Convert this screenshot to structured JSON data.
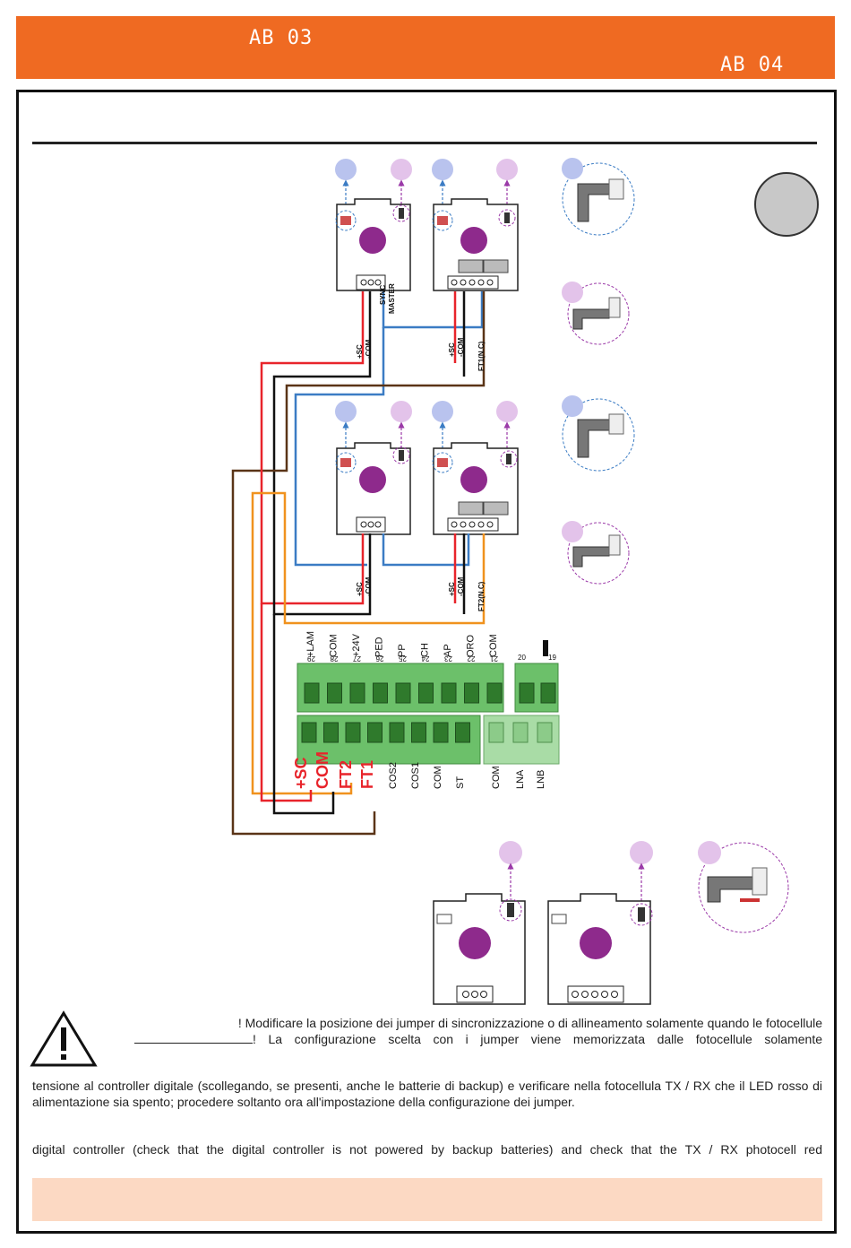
{
  "header": {
    "code_left": "AB 03",
    "code_right": "AB 04"
  },
  "colors": {
    "orange": "#ef6a22",
    "blue_dot": "#b9c3ee",
    "purple_dot": "#e3c3ea",
    "red_wire": "#e8242b",
    "blue_wire": "#3b7cc4",
    "brown_wire": "#5a3417",
    "orange_wire": "#f0921e",
    "terminal_green": "#6cc06a"
  },
  "diagram": {
    "sync_label": "SYNC",
    "master_label": "MASTER",
    "wire_labels_top_tx": [
      "+SC",
      "-COM"
    ],
    "wire_labels_top_rx": [
      "+SC",
      "-COM",
      "FT1(N.C)"
    ],
    "wire_labels_bottom_tx": [
      "+SC",
      "-COM"
    ],
    "wire_labels_bottom_rx": [
      "+SC",
      "-COM",
      "FT2(N.C)"
    ],
    "terminal_top_labels": [
      "+LAM",
      "COM",
      "+24V",
      "PED",
      "PP",
      "CH",
      "AP",
      "ORO",
      "COM"
    ],
    "terminal_top_numbers": [
      "29",
      "28",
      "27",
      "26",
      "25",
      "24",
      "23",
      "22",
      "21"
    ],
    "terminal_right_numbers": [
      "20",
      "19"
    ],
    "terminal_bottom_red": [
      "+SC",
      "COM",
      "FT2",
      "FT1"
    ],
    "terminal_bottom_black": [
      "COS2",
      "COS1",
      "COM",
      "ST",
      "COM",
      "LNA",
      "LNB"
    ]
  },
  "warning": {
    "line1": "! Modificare la posizione dei jumper di sincronizzazione o di allineamento solamente quando le fotocellule",
    "line2": "! La configurazione scelta con i jumper viene memorizzata dalle fotocellule solamente"
  },
  "paragraph_it": "tensione al controller digitale (scollegando, se presenti, anche le batterie di backup) e verificare nella fotocellula TX / RX che il LED rosso di alimentazione sia spento; procedere soltanto ora all'impostazione della configurazione dei jumper.",
  "paragraph_en": "digital controller (check that the digital controller is not powered by backup batteries) and check that the TX / RX photocell red"
}
